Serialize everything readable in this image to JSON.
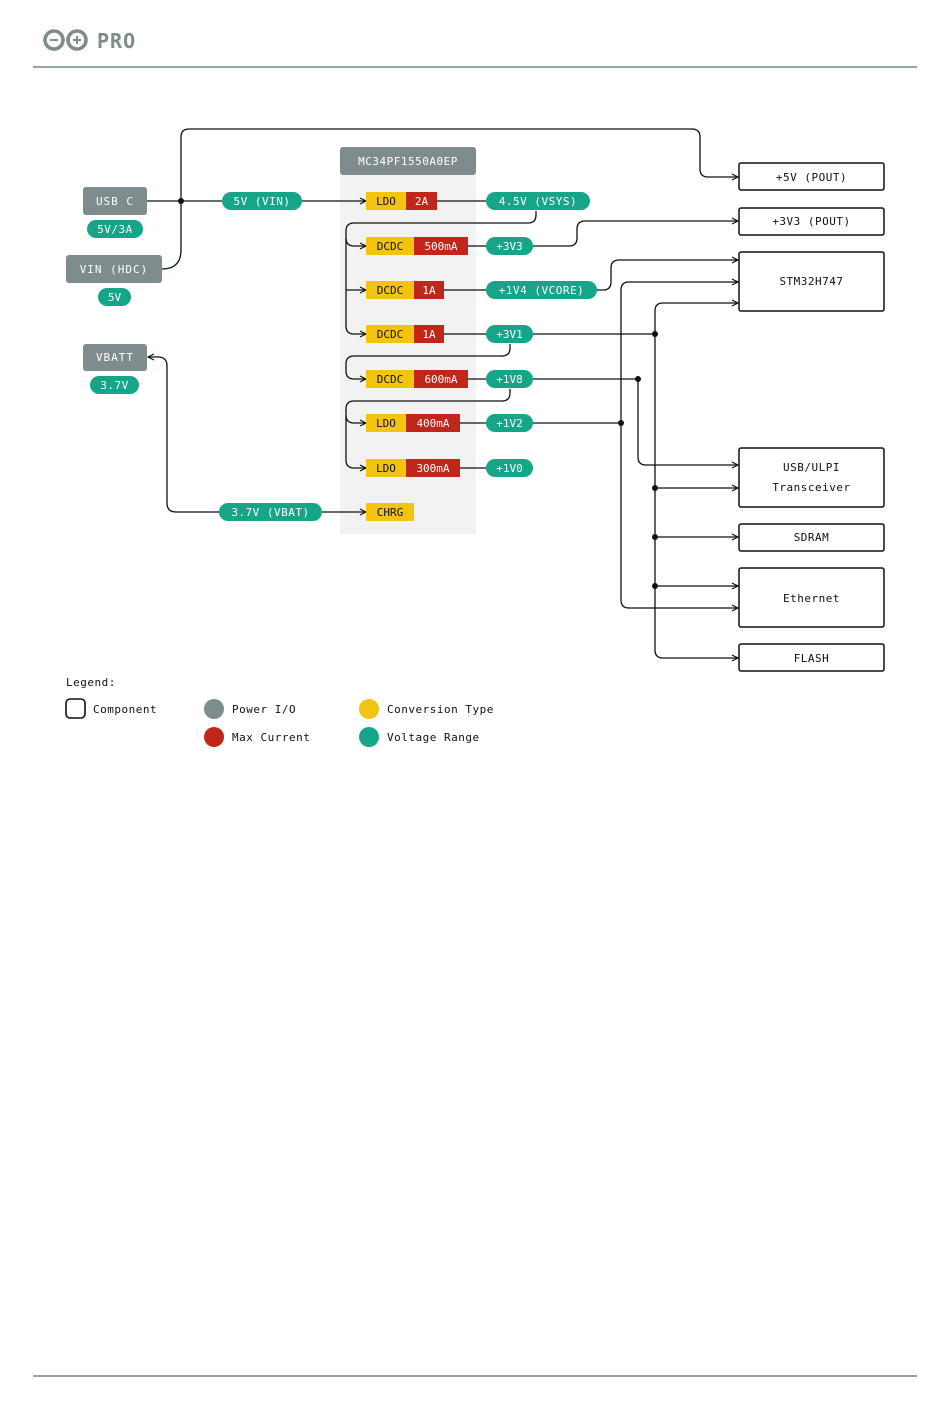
{
  "header": {
    "logo_text": "PRO"
  },
  "colors": {
    "power_io": "#7f8c8d",
    "conversion_type": "#f1c40f",
    "max_current": "#c0261a",
    "voltage_range": "#17a589",
    "pmic_panel": "#f2f2f2",
    "line": "#111111"
  },
  "pmic": {
    "name": "MC34PF1550A0EP",
    "rails": [
      {
        "type": "LDO",
        "current": "2A",
        "output": "4.5V (VSYS)"
      },
      {
        "type": "DCDC",
        "current": "500mA",
        "output": "+3V3"
      },
      {
        "type": "DCDC",
        "current": "1A",
        "output": "+1V4 (VCORE)"
      },
      {
        "type": "DCDC",
        "current": "1A",
        "output": "+3V1"
      },
      {
        "type": "DCDC",
        "current": "600mA",
        "output": "+1V8"
      },
      {
        "type": "LDO",
        "current": "400mA",
        "output": "+1V2"
      },
      {
        "type": "LDO",
        "current": "300mA",
        "output": "+1V0"
      }
    ],
    "charger": "CHRG"
  },
  "inputs": {
    "usb_c": {
      "label": "USB C",
      "rating": "5V/3A"
    },
    "vin_hdc": {
      "label": "VIN (HDC)",
      "rating": "5V"
    },
    "vbatt": {
      "label": "VBATT",
      "rating": "3.7V"
    },
    "vin_rail": "5V (VIN)",
    "vbat_rail": "3.7V (VBAT)"
  },
  "components": {
    "pout5v": "+5V (POUT)",
    "pout3v3": "+3V3 (POUT)",
    "stm32": "STM32H747",
    "usb_ulpi_line1": "USB/ULPI",
    "usb_ulpi_line2": "Transceiver",
    "sdram": "SDRAM",
    "ethernet": "Ethernet",
    "flash": "FLASH"
  },
  "legend": {
    "title": "Legend:",
    "component": "Component",
    "power_io": "Power I/O",
    "conversion_type": "Conversion Type",
    "max_current": "Max Current",
    "voltage_range": "Voltage Range"
  }
}
